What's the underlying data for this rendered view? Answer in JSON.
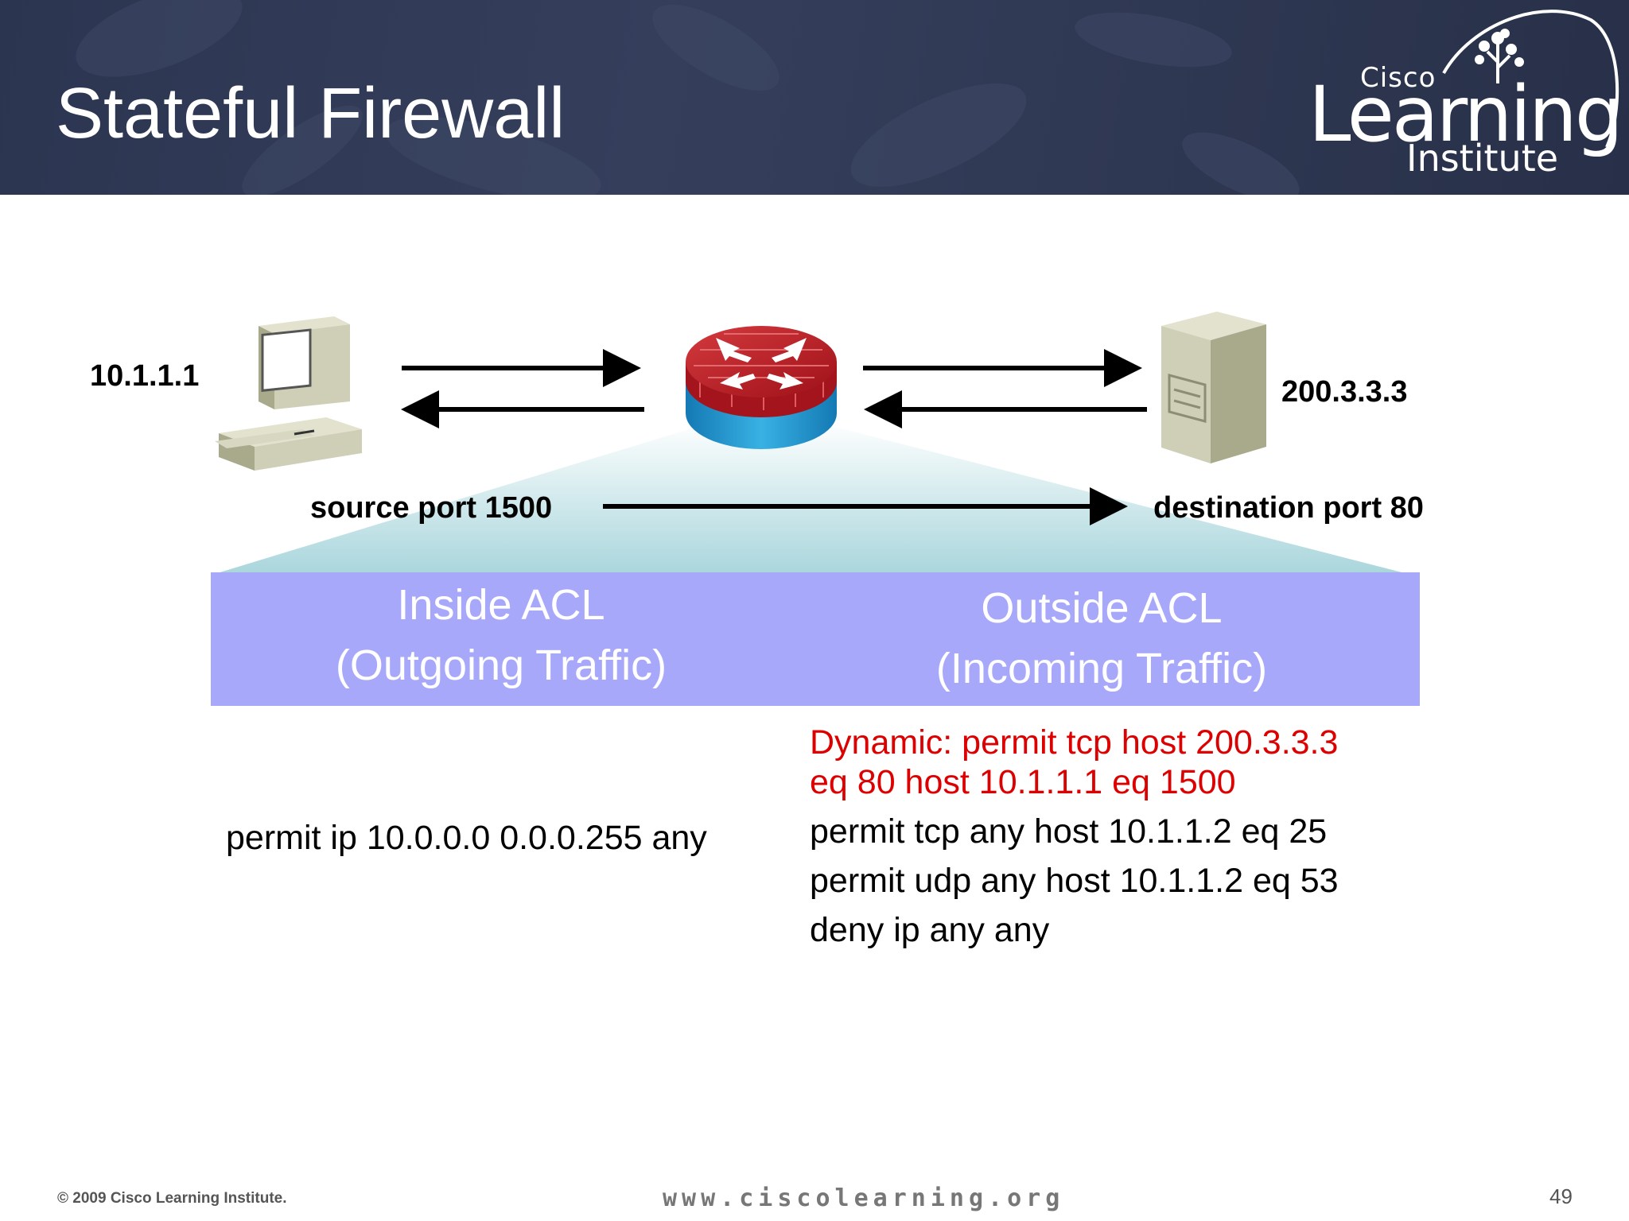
{
  "slide": {
    "title": "Stateful Firewall",
    "logo": {
      "cisco": "Cisco",
      "learning": "Learning",
      "institute": "Institute"
    },
    "hosts": {
      "client_ip": "10.1.1.1",
      "server_ip": "200.3.3.3"
    },
    "ports": {
      "source": "source port 1500",
      "destination": "destination port 80"
    },
    "acl": {
      "inside": {
        "line1": "Inside ACL",
        "line2": "(Outgoing Traffic)"
      },
      "outside": {
        "line1": "Outside ACL",
        "line2": "(Incoming Traffic)"
      }
    },
    "rules": {
      "inside": [
        "permit ip 10.0.0.0 0.0.0.255 any"
      ],
      "outside_dynamic": [
        "Dynamic: permit tcp host 200.3.3.3",
        "eq 80 host 10.1.1.1 eq 1500"
      ],
      "outside": [
        "permit tcp any host 10.1.1.2 eq 25",
        "permit udp any host 10.1.1.2 eq 53",
        "deny ip any any"
      ]
    },
    "footer": {
      "copyright": "© 2009 Cisco Learning Institute.",
      "url": "www.ciscolearning.org",
      "page": "49"
    },
    "colors": {
      "header_bg": "#2f3852",
      "acl_box": "#a8a8fb",
      "dynamic_rule": "#dd0000",
      "firewall_red": "#b5161e",
      "firewall_blue": "#1c8fc7"
    },
    "icons": [
      "client-computer-icon",
      "firewall-icon",
      "server-icon"
    ]
  }
}
